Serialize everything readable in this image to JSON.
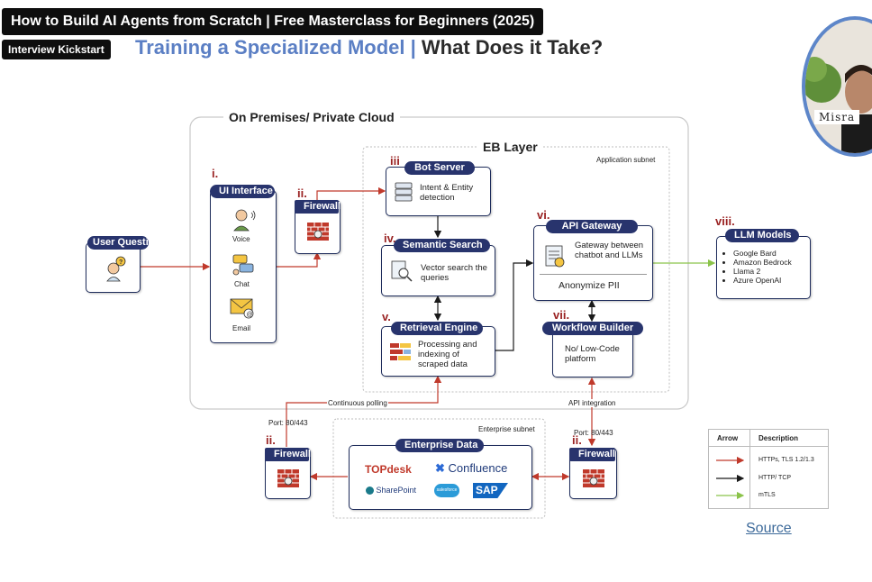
{
  "video": {
    "title": "How to Build AI Agents from Scratch  |  Free Masterclass for Beginners (2025)",
    "channel": "Interview Kickstart",
    "presenter_name": "Misra"
  },
  "slide": {
    "title_part1": "Training a Specialized Model",
    "separator": " | ",
    "title_part2": "What Does it Take?"
  },
  "diagram": {
    "on_prem_label": "On Premises/ Private Cloud",
    "eb_layer_label": "EB Layer",
    "app_subnet_label": "Application subnet",
    "enterprise_subnet_label": "Enterprise subnet",
    "user_question": "User Question",
    "ui": {
      "num": "i.",
      "title": "UI Interface",
      "voice": "Voice",
      "chat": "Chat",
      "email": "Email"
    },
    "firewall_top": {
      "num": "ii.",
      "title": "Firewall"
    },
    "bot_server": {
      "num": "iii",
      "title": "Bot Server",
      "desc": "Intent & Entity detection"
    },
    "semantic_search": {
      "num": "iv.",
      "title": "Semantic Search",
      "desc": "Vector search the queries"
    },
    "retrieval_engine": {
      "num": "v.",
      "title": "Retrieval Engine",
      "desc": "Processing and indexing of scraped data"
    },
    "api_gateway": {
      "num": "vi.",
      "title": "API Gateway",
      "desc": "Gateway between chatbot and LLMs",
      "footer": "Anonymize PII"
    },
    "workflow_builder": {
      "num": "vii.",
      "title": "Workflow Builder",
      "desc": "No/ Low-Code platform"
    },
    "llm_models": {
      "num": "viii.",
      "title": "LLM Models",
      "items": [
        "Google Bard",
        "Amazon Bedrock",
        "Llama 2",
        "Azure OpenAI"
      ]
    },
    "continuous_polling": "Continuous polling",
    "api_integration": "API integration",
    "firewall_left": {
      "num": "ii.",
      "title": "Firewall",
      "port": "Port: 80/443"
    },
    "firewall_right": {
      "num": "ii.",
      "title": "Firewall",
      "port": "Port: 80/443"
    },
    "enterprise_data": {
      "title": "Enterprise Data",
      "logos": [
        "TOPdesk",
        "Confluence",
        "SharePoint",
        "salesforce",
        "SAP"
      ]
    }
  },
  "legend": {
    "col_arrow": "Arrow",
    "col_desc": "Description",
    "rows": [
      {
        "desc": "HTTPs, TLS 1.2/1.3",
        "color": "#c0392b"
      },
      {
        "desc": "HTTP/ TCP",
        "color": "#1a1a1a"
      },
      {
        "desc": "mTLS",
        "color": "#8bc34a"
      }
    ]
  },
  "source_link": "Source"
}
